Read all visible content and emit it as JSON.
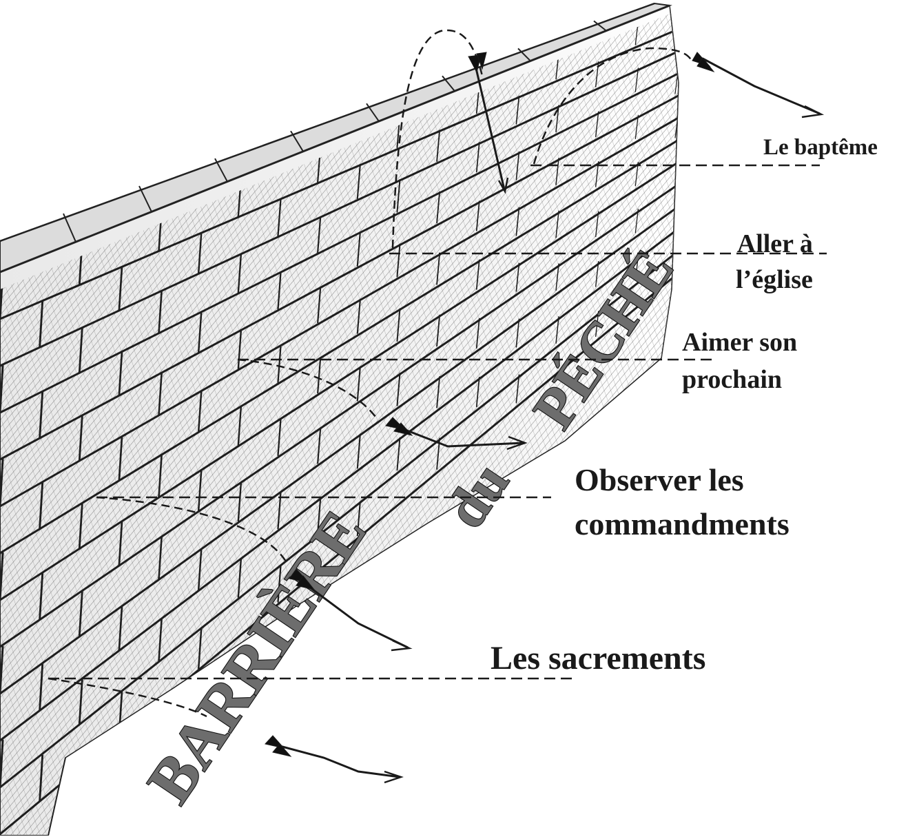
{
  "labels": {
    "baptism": "Le baptême",
    "church_line1": "Aller à",
    "church_line2": "l’église",
    "neighbor_line1": "Aimer son",
    "neighbor_line2": "prochain",
    "commandments_line1": "Observer les",
    "commandments_line2": "commandments",
    "sacraments": "Les sacrements"
  },
  "wall_inscription": {
    "word1": "BARRIÈRE",
    "word2": "du",
    "word3": "PÉCHÉ"
  },
  "colors": {
    "ink": "#1a1a1a",
    "inscription_fill": "#6d6d6d",
    "wall_shade": "#2b2b2b",
    "background": "#ffffff"
  },
  "icons": [
    "arrow-icon",
    "brick-wall"
  ]
}
